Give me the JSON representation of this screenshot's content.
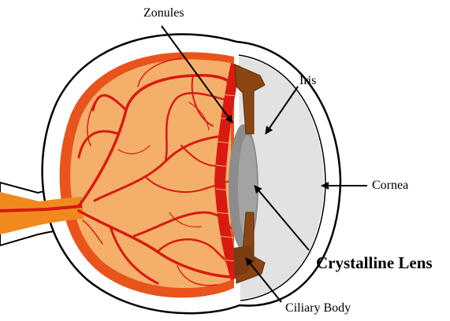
{
  "labels": {
    "zonules": "Zonules",
    "iris": "Iris",
    "cornea": "Cornea",
    "crystalline_lens": "Crystalline Lens",
    "ciliary_body": "Ciliary Body"
  },
  "colors": {
    "vitreous": "#F4B06A",
    "retina_ring": "#E8541C",
    "vessels": "#D81A12",
    "optic_nerve": "#F08A1E",
    "iris": "#8B4513",
    "lens": "#8C8C8C",
    "aqueous": "#E2E2E2",
    "sclera_outline": "#000000"
  }
}
